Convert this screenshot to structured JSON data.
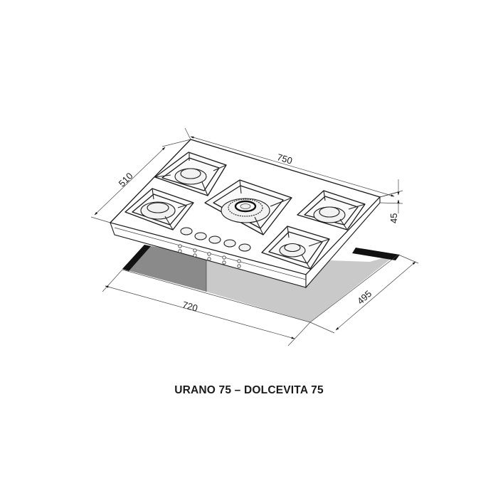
{
  "diagram": {
    "type": "technical-dimension-drawing",
    "subject": "5-burner gas hob (isometric view) above worktop cutout",
    "dimensions": {
      "hob_width": "750",
      "hob_depth": "510",
      "hob_height": "45",
      "cutout_width": "720",
      "cutout_depth": "495"
    },
    "unit": "mm",
    "burners": 5,
    "knobs": 5
  },
  "caption": "URANO 75 – DOLCEVITA 75"
}
